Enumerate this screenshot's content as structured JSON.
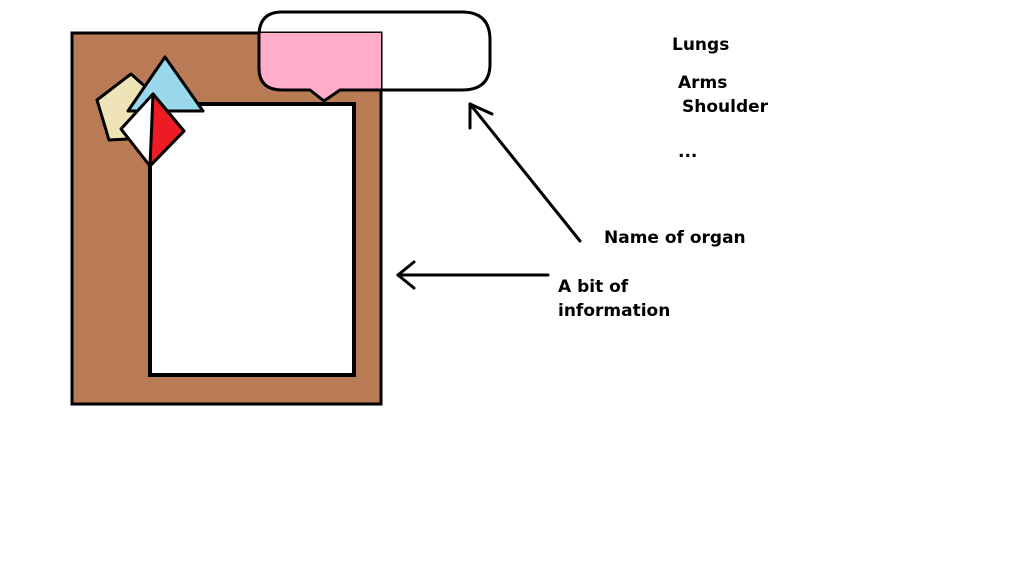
{
  "colors": {
    "background": "#ffffff",
    "board": "#b87b55",
    "outline": "#000000",
    "content_panel": "#ffffff",
    "name_banner": "#ffadcb",
    "pentagon": "#efe4b8",
    "triangle": "#99d8ea",
    "diamond_red": "#ed1c24",
    "diamond_white": "#ffffff"
  },
  "organ_list": {
    "items": [
      "Lungs",
      "Arms",
      "Shoulder",
      "..."
    ]
  },
  "annotations": {
    "name_of_organ": "Name of organ",
    "bit_of_information": "A bit of information"
  },
  "icons": [
    "pentagon-icon",
    "triangle-icon",
    "diamond-icon"
  ]
}
